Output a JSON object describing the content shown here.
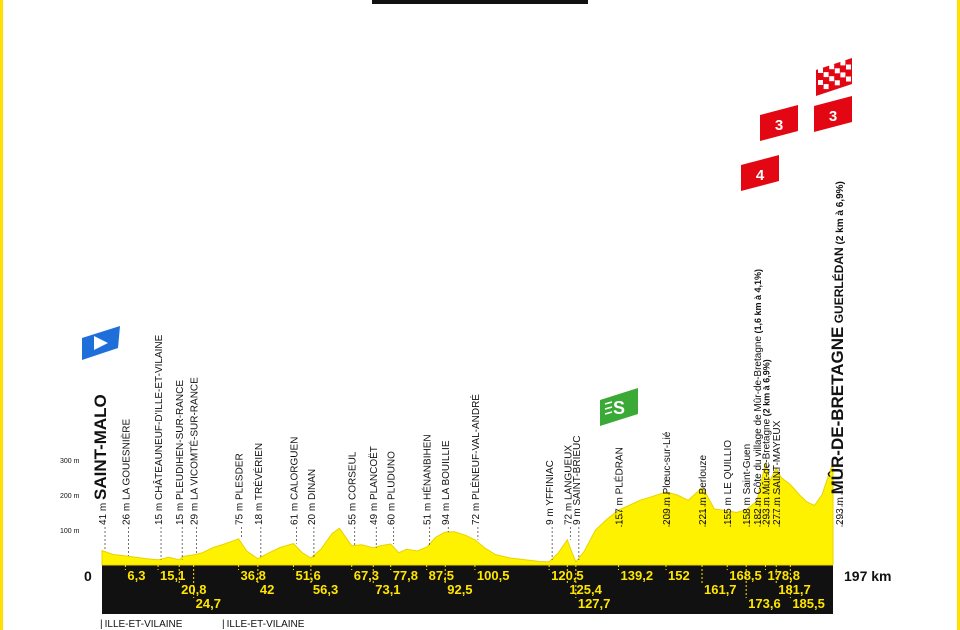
{
  "chart_data": {
    "type": "area",
    "title": "",
    "xlabel": "",
    "ylabel": "",
    "xlim": [
      0,
      197
    ],
    "ylim": [
      0,
      300
    ],
    "x_start_label": "0",
    "x_end_label": "197 km",
    "y_ticks": [
      "300 m",
      "200 m",
      "100 m"
    ],
    "profile": [
      [
        0,
        41
      ],
      [
        3,
        30
      ],
      [
        6.3,
        26
      ],
      [
        9,
        22
      ],
      [
        12,
        18
      ],
      [
        15.1,
        15
      ],
      [
        18,
        22
      ],
      [
        20.8,
        15
      ],
      [
        22,
        25
      ],
      [
        24.7,
        29
      ],
      [
        27,
        35
      ],
      [
        30,
        50
      ],
      [
        33,
        60
      ],
      [
        36.8,
        75
      ],
      [
        39,
        40
      ],
      [
        42,
        18
      ],
      [
        45,
        35
      ],
      [
        48,
        50
      ],
      [
        51.6,
        61
      ],
      [
        54,
        35
      ],
      [
        56.3,
        20
      ],
      [
        59,
        45
      ],
      [
        62,
        90
      ],
      [
        64,
        105
      ],
      [
        67.3,
        55
      ],
      [
        70,
        58
      ],
      [
        73.1,
        49
      ],
      [
        75,
        55
      ],
      [
        77.8,
        60
      ],
      [
        80,
        35
      ],
      [
        82,
        45
      ],
      [
        85,
        40
      ],
      [
        87.5,
        51
      ],
      [
        90,
        80
      ],
      [
        92.5,
        94
      ],
      [
        95,
        95
      ],
      [
        98,
        85
      ],
      [
        100.5,
        72
      ],
      [
        103,
        50
      ],
      [
        106,
        30
      ],
      [
        110,
        20
      ],
      [
        114,
        15
      ],
      [
        118,
        10
      ],
      [
        120.5,
        9
      ],
      [
        123,
        35
      ],
      [
        125.4,
        72
      ],
      [
        126.5,
        40
      ],
      [
        127.7,
        9
      ],
      [
        130,
        40
      ],
      [
        133,
        100
      ],
      [
        136,
        130
      ],
      [
        139.2,
        157
      ],
      [
        142,
        170
      ],
      [
        145,
        185
      ],
      [
        148,
        195
      ],
      [
        152,
        209
      ],
      [
        155,
        200
      ],
      [
        158,
        185
      ],
      [
        161.7,
        221
      ],
      [
        163,
        200
      ],
      [
        165,
        160
      ],
      [
        168.5,
        155
      ],
      [
        171,
        150
      ],
      [
        173.6,
        158
      ],
      [
        175,
        170
      ],
      [
        176.5,
        182
      ],
      [
        178.8,
        293
      ],
      [
        180,
        240
      ],
      [
        181.7,
        277
      ],
      [
        183,
        250
      ],
      [
        185.5,
        230
      ],
      [
        188,
        200
      ],
      [
        190,
        180
      ],
      [
        192,
        170
      ],
      [
        194,
        200
      ],
      [
        197,
        293
      ]
    ],
    "waypoints": [
      {
        "km": 0,
        "alt": "41 m",
        "name": "SAINT-MALO",
        "style": "big"
      },
      {
        "km": 6.3,
        "alt": "26 m",
        "name": "LA GOUESNIÈRE"
      },
      {
        "km": 15.1,
        "alt": "15 m",
        "name": "CHÂTEAUNEUF-D'ILLE-ET-VILAINE"
      },
      {
        "km": 20.8,
        "alt": "15 m",
        "name": "PLEUDIHEN-SUR-RANCE"
      },
      {
        "km": 24.7,
        "alt": "29 m",
        "name": "LA VICOMTÉ-SUR-RANCE"
      },
      {
        "km": 36.8,
        "alt": "75 m",
        "name": "PLESDER"
      },
      {
        "km": 42,
        "alt": "18 m",
        "name": "TRÉVÉRIEN"
      },
      {
        "km": 51.6,
        "alt": "61 m",
        "name": "CALORGUEN"
      },
      {
        "km": 56.3,
        "alt": "20 m",
        "name": "DINAN"
      },
      {
        "km": 67.3,
        "alt": "55 m",
        "name": "CORSEUL"
      },
      {
        "km": 73.1,
        "alt": "49 m",
        "name": "PLANCOËT"
      },
      {
        "km": 77.8,
        "alt": "60 m",
        "name": "PLUDUNO"
      },
      {
        "km": 87.5,
        "alt": "51 m",
        "name": "HÉNANBIHEN"
      },
      {
        "km": 92.5,
        "alt": "94 m",
        "name": "LA BOUILLIE"
      },
      {
        "km": 100.5,
        "alt": "72 m",
        "name": "PLÉNEUF-VAL-ANDRÉ"
      },
      {
        "km": 120.5,
        "alt": "9 m",
        "name": "YFFINIAC"
      },
      {
        "km": 125.4,
        "alt": "72 m",
        "name": "LANGUEUX"
      },
      {
        "km": 127.7,
        "alt": "9 m",
        "name": "SAINT-BRIEUC"
      },
      {
        "km": 139.2,
        "alt": "157 m",
        "name": "PLÉDRAN"
      },
      {
        "km": 152,
        "alt": "209 m",
        "name": "Plœuc-sur-Lié"
      },
      {
        "km": 161.7,
        "alt": "221 m",
        "name": "Berlouze"
      },
      {
        "km": 168.5,
        "alt": "155 m",
        "name": "LE QUILLIO"
      },
      {
        "km": 173.6,
        "alt": "158 m",
        "name": "Saint-Guen"
      },
      {
        "km": 176.5,
        "alt": "182 m",
        "name": "Côte du village de Mûr-de-Bretagne",
        "suffix": "(1,6 km à 4,1%)"
      },
      {
        "km": 178.8,
        "alt": "293 m",
        "name": "Mûr-de-Bretagne",
        "suffix": "(2 km à 6,9%)"
      },
      {
        "km": 181.7,
        "alt": "277 m",
        "name": "SAINT-MAYEUX"
      },
      {
        "km": 197,
        "alt": "293 m",
        "name": "MÛR-DE-BRETAGNE",
        "name2": "GUERLÉDAN",
        "suffix": "(2 km à 6,9%)",
        "style": "big"
      }
    ],
    "km_markers": [
      {
        "v": "6,3",
        "km": 6.3,
        "row": 0
      },
      {
        "v": "15,1",
        "km": 15.1,
        "row": 0
      },
      {
        "v": "20,8",
        "km": 20.8,
        "row": 1
      },
      {
        "v": "24,7",
        "km": 24.7,
        "row": 2
      },
      {
        "v": "36,8",
        "km": 36.8,
        "row": 0
      },
      {
        "v": "42",
        "km": 42,
        "row": 1
      },
      {
        "v": "51,6",
        "km": 51.6,
        "row": 0
      },
      {
        "v": "56,3",
        "km": 56.3,
        "row": 1
      },
      {
        "v": "67,3",
        "km": 67.3,
        "row": 0
      },
      {
        "v": "73,1",
        "km": 73.1,
        "row": 1
      },
      {
        "v": "77,8",
        "km": 77.8,
        "row": 0
      },
      {
        "v": "87,5",
        "km": 87.5,
        "row": 0
      },
      {
        "v": "92,5",
        "km": 92.5,
        "row": 1
      },
      {
        "v": "100,5",
        "km": 100.5,
        "row": 0
      },
      {
        "v": "120,5",
        "km": 120.5,
        "row": 0
      },
      {
        "v": "125,4",
        "km": 125.4,
        "row": 1
      },
      {
        "v": "127,7",
        "km": 127.7,
        "row": 2
      },
      {
        "v": "139,2",
        "km": 139.2,
        "row": 0
      },
      {
        "v": "152",
        "km": 152,
        "row": 0
      },
      {
        "v": "161,7",
        "km": 161.7,
        "row": 1
      },
      {
        "v": "168,5",
        "km": 168.5,
        "row": 0
      },
      {
        "v": "173,6",
        "km": 173.6,
        "row": 2
      },
      {
        "v": "178,8",
        "km": 178.8,
        "row": 0
      },
      {
        "v": "181,7",
        "km": 181.7,
        "row": 1
      },
      {
        "v": "185,5",
        "km": 185.5,
        "row": 2
      }
    ],
    "badges": [
      {
        "type": "start",
        "km": 0
      },
      {
        "type": "sprint",
        "km": 139.2,
        "label": "S"
      },
      {
        "type": "climb",
        "km": 176.5,
        "label": "4"
      },
      {
        "type": "climb",
        "km": 178.8,
        "label": "3"
      },
      {
        "type": "climb",
        "km": 197,
        "label": "3"
      },
      {
        "type": "finish",
        "km": 197
      }
    ],
    "departments": [
      "ILLE-ET-VILAINE",
      "ILLE-ET-VILAINE"
    ],
    "colors": {
      "profile": "#fff200",
      "profile_edge": "#e8d200",
      "band": "#111111",
      "km_text": "#ffe500",
      "climb": "#e30613",
      "sprint": "#3aa935",
      "start": "#1e6fd9",
      "frame": "#ffe000"
    }
  }
}
